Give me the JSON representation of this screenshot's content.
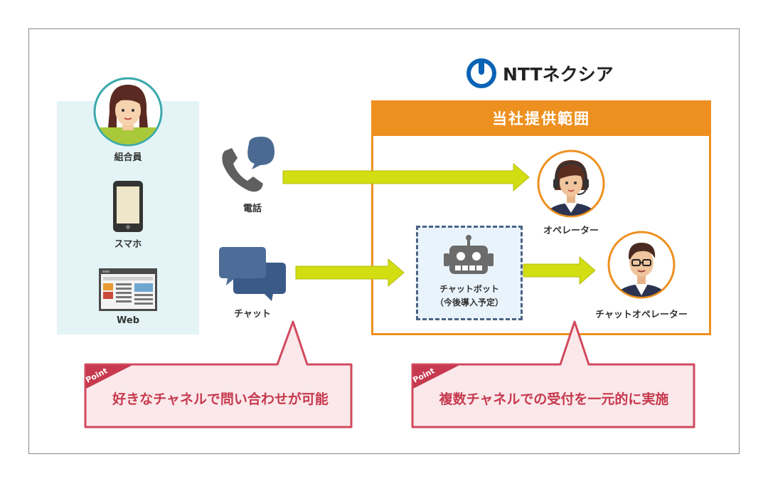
{
  "brand": {
    "name": "NTTネクシア"
  },
  "scope": {
    "title": "当社提供範囲"
  },
  "users": {
    "member": "組合員",
    "smartphone": "スマホ",
    "web": "Web"
  },
  "channels": {
    "phone": "電話",
    "chat": "チャット"
  },
  "chatbot": {
    "label": "チャットボット",
    "note": "（今後導入予定）"
  },
  "operators": {
    "operator": "オペレーター",
    "chat_operator": "チャットオペレーター"
  },
  "callouts": [
    {
      "badge": "Point",
      "text": "好きなチャネルで問い合わせが可能"
    },
    {
      "badge": "Point",
      "text": "複数チャネルでの受付を一元的に実施"
    }
  ],
  "colors": {
    "accent_orange": "#ee9020",
    "arrow_lime": "#d2dd12",
    "callout_red": "#c6394e",
    "callout_fill": "#fbe8ea",
    "user_panel": "#e4f4f6",
    "brand_blue": "#0a63b5"
  },
  "icons": [
    "member-avatar-icon",
    "smartphone-icon",
    "web-browser-icon",
    "phone-icon",
    "chat-bubbles-icon",
    "robot-icon",
    "operator-headset-icon",
    "chat-operator-icon"
  ]
}
